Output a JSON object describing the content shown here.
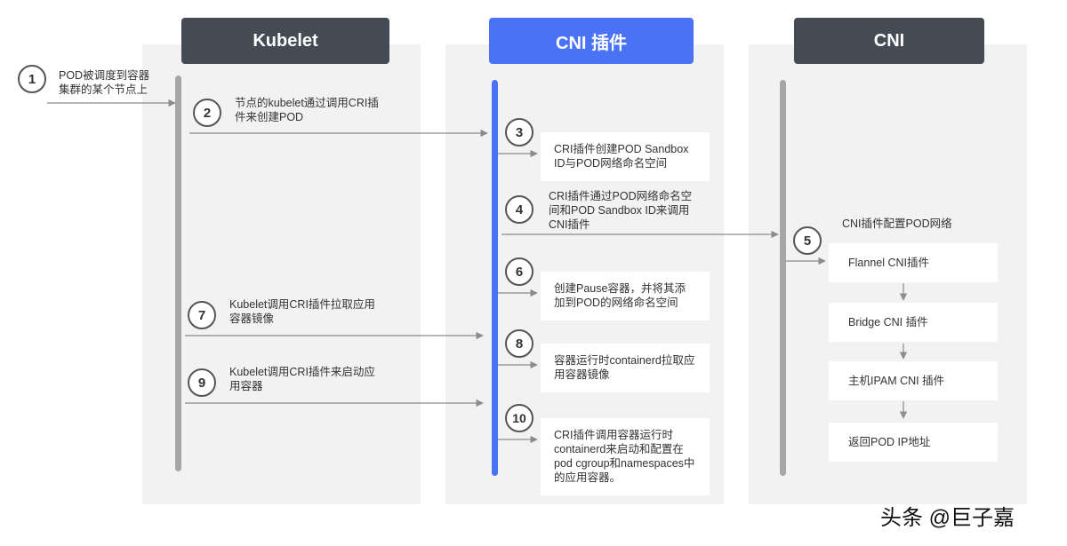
{
  "lanes": {
    "kubelet": {
      "title": "Kubelet",
      "color": "#454b55"
    },
    "cni_plugin": {
      "title": "CNI 插件",
      "color": "#4a72f5"
    },
    "cni": {
      "title": "CNI",
      "color": "#454b55"
    }
  },
  "steps": {
    "s1": {
      "num": "1",
      "text": "POD被调度到容器集群的某个节点上"
    },
    "s2": {
      "num": "2",
      "text": "节点的kubelet通过调用CRI插件来创建POD"
    },
    "s3": {
      "num": "3",
      "text": "CRI插件创建POD Sandbox ID与POD网络命名空间"
    },
    "s4": {
      "num": "4",
      "text": "CRI插件通过POD网络命名空间和POD Sandbox ID来调用CNI插件"
    },
    "s5": {
      "num": "5",
      "text": "CNI插件配置POD网络"
    },
    "s6": {
      "num": "6",
      "text": "创建Pause容器，并将其添加到POD的网络命名空间"
    },
    "s7": {
      "num": "7",
      "text": "Kubelet调用CRI插件拉取应用容器镜像"
    },
    "s8": {
      "num": "8",
      "text": "容器运行时containerd拉取应用容器镜像"
    },
    "s9": {
      "num": "9",
      "text": "Kubelet调用CRI插件来启动应用容器"
    },
    "s10": {
      "num": "10",
      "text": "CRI插件调用容器运行时containerd来启动和配置在pod cgroup和namespaces中的应用容器。"
    }
  },
  "cni_chain": [
    "Flannel CNI插件",
    "Bridge CNI 插件",
    "主机IPAM CNI 插件",
    "返回POD IP地址"
  ],
  "watermark": "头条 @巨子嘉",
  "colors": {
    "lane_bg": "#f2f2f2",
    "gray_bar": "#a6a6a6",
    "blue_accent": "#4a72f5",
    "arrow": "#8c8c8c"
  }
}
